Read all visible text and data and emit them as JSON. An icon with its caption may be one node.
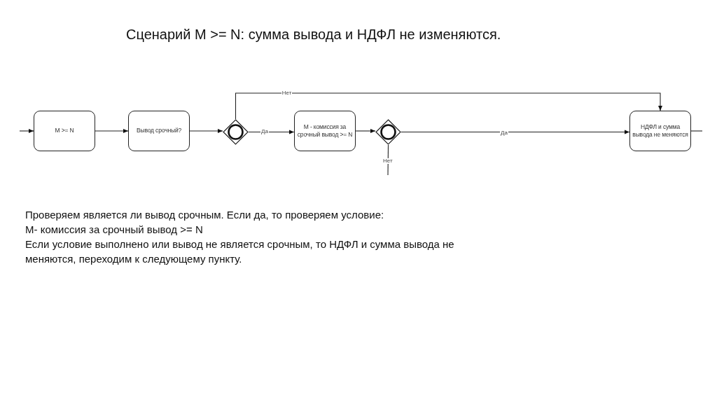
{
  "diagram": {
    "title": "Сценарий M >= N: сумма вывода и НДФЛ не изменяются.",
    "nodes": [
      {
        "text": [
          "M >= N"
        ]
      },
      {
        "text": [
          "Вывод срочный?"
        ]
      },
      {
        "text": [],
        "shape": "diamond"
      },
      {
        "text": [
          "M - комиссия за срочный вывод >= N"
        ]
      },
      {
        "text": [],
        "shape": "diamond"
      },
      {
        "text": [
          "НДФЛ и сумма вывода не меняются"
        ]
      }
    ],
    "edges": [
      {
        "from": null,
        "to": 0,
        "arrow": "to"
      },
      {
        "from": 0,
        "to": 1,
        "arrow": "to"
      },
      {
        "from": 1,
        "to": 2,
        "arrow": "to"
      },
      {
        "from": 2,
        "to": 3,
        "arrow": "to",
        "label": "Да"
      },
      {
        "from": 2,
        "to": 5,
        "arrow": "to",
        "label": "Нет"
      },
      {
        "from": 3,
        "to": 4,
        "arrow": "to"
      },
      {
        "from": 4,
        "to": 5,
        "arrow": "to",
        "label": "Да"
      },
      {
        "from": 4,
        "to": null,
        "arrow": "none",
        "label": "Нет"
      },
      {
        "from": 5,
        "to": null,
        "arrow": "none"
      }
    ],
    "labels": [
      "Проверяем является ли вывод срочным. Если да, то проверяем условие:",
      "M- комиссия за срочный вывод >= N",
      "Если условие выполнено или вывод не является срочным, то НДФЛ и сумма вывода не меняются, переходим к следующему пункту."
    ]
  }
}
